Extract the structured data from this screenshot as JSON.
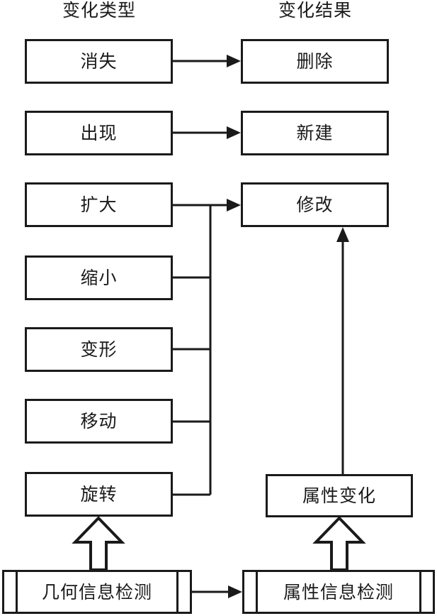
{
  "headers": {
    "left": "变化类型",
    "right": "变化结果"
  },
  "change_types": [
    {
      "label": "消失"
    },
    {
      "label": "出现"
    },
    {
      "label": "扩大"
    },
    {
      "label": "缩小"
    },
    {
      "label": "变形"
    },
    {
      "label": "移动"
    },
    {
      "label": "旋转"
    }
  ],
  "change_results": [
    {
      "label": "删除"
    },
    {
      "label": "新建"
    },
    {
      "label": "修改"
    }
  ],
  "attribute_change": {
    "label": "属性变化"
  },
  "detectors": {
    "geometry": "几何信息检测",
    "attribute": "属性信息检测"
  },
  "colors": {
    "line": "#1a1a1a",
    "text": "#1a1a1a",
    "background": "#ffffff"
  }
}
